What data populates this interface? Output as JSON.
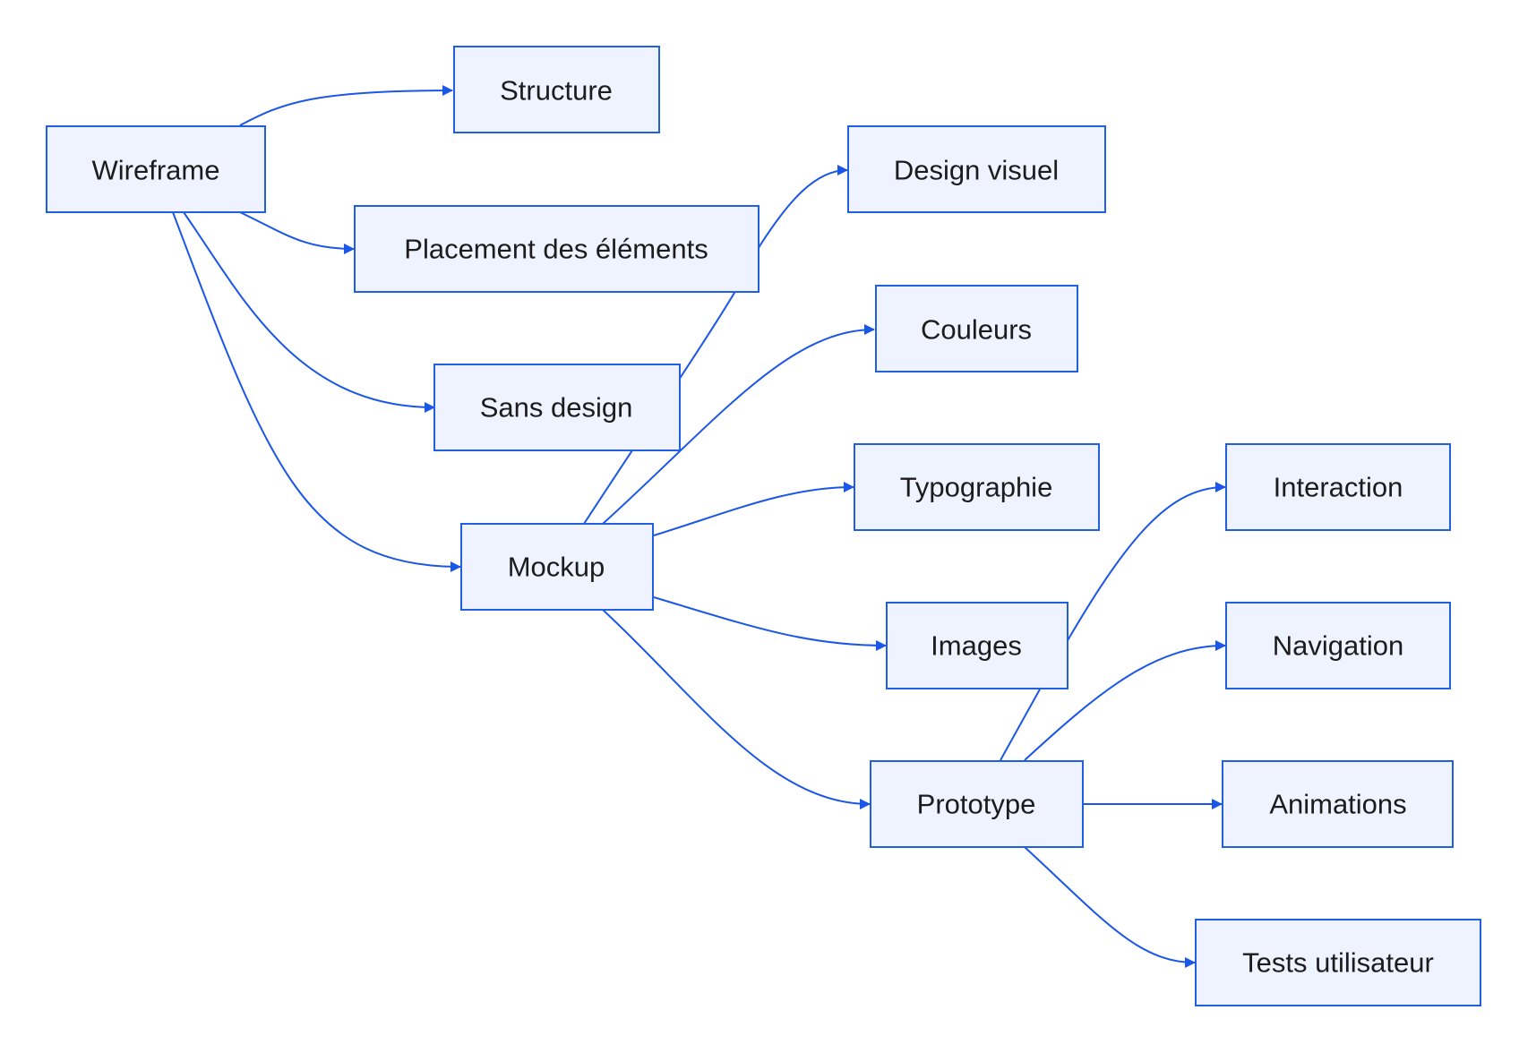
{
  "nodes": {
    "wireframe": "Wireframe",
    "structure": "Structure",
    "placement": "Placement des éléments",
    "sans_design": "Sans design",
    "mockup": "Mockup",
    "design_visuel": "Design visuel",
    "couleurs": "Couleurs",
    "typographie": "Typographie",
    "images": "Images",
    "prototype": "Prototype",
    "interaction": "Interaction",
    "navigation": "Navigation",
    "animations": "Animations",
    "tests": "Tests utilisateur"
  },
  "edges": [
    {
      "from": "wireframe",
      "to": "structure"
    },
    {
      "from": "wireframe",
      "to": "placement"
    },
    {
      "from": "wireframe",
      "to": "sans_design"
    },
    {
      "from": "wireframe",
      "to": "mockup"
    },
    {
      "from": "mockup",
      "to": "design_visuel"
    },
    {
      "from": "mockup",
      "to": "couleurs"
    },
    {
      "from": "mockup",
      "to": "typographie"
    },
    {
      "from": "mockup",
      "to": "images"
    },
    {
      "from": "mockup",
      "to": "prototype"
    },
    {
      "from": "prototype",
      "to": "interaction"
    },
    {
      "from": "prototype",
      "to": "navigation"
    },
    {
      "from": "prototype",
      "to": "animations"
    },
    {
      "from": "prototype",
      "to": "tests"
    }
  ],
  "colors": {
    "node_fill": "#eef3ff",
    "node_stroke": "#1f5fe0",
    "edge": "#1a56e8",
    "text": "#1c1c1c"
  }
}
